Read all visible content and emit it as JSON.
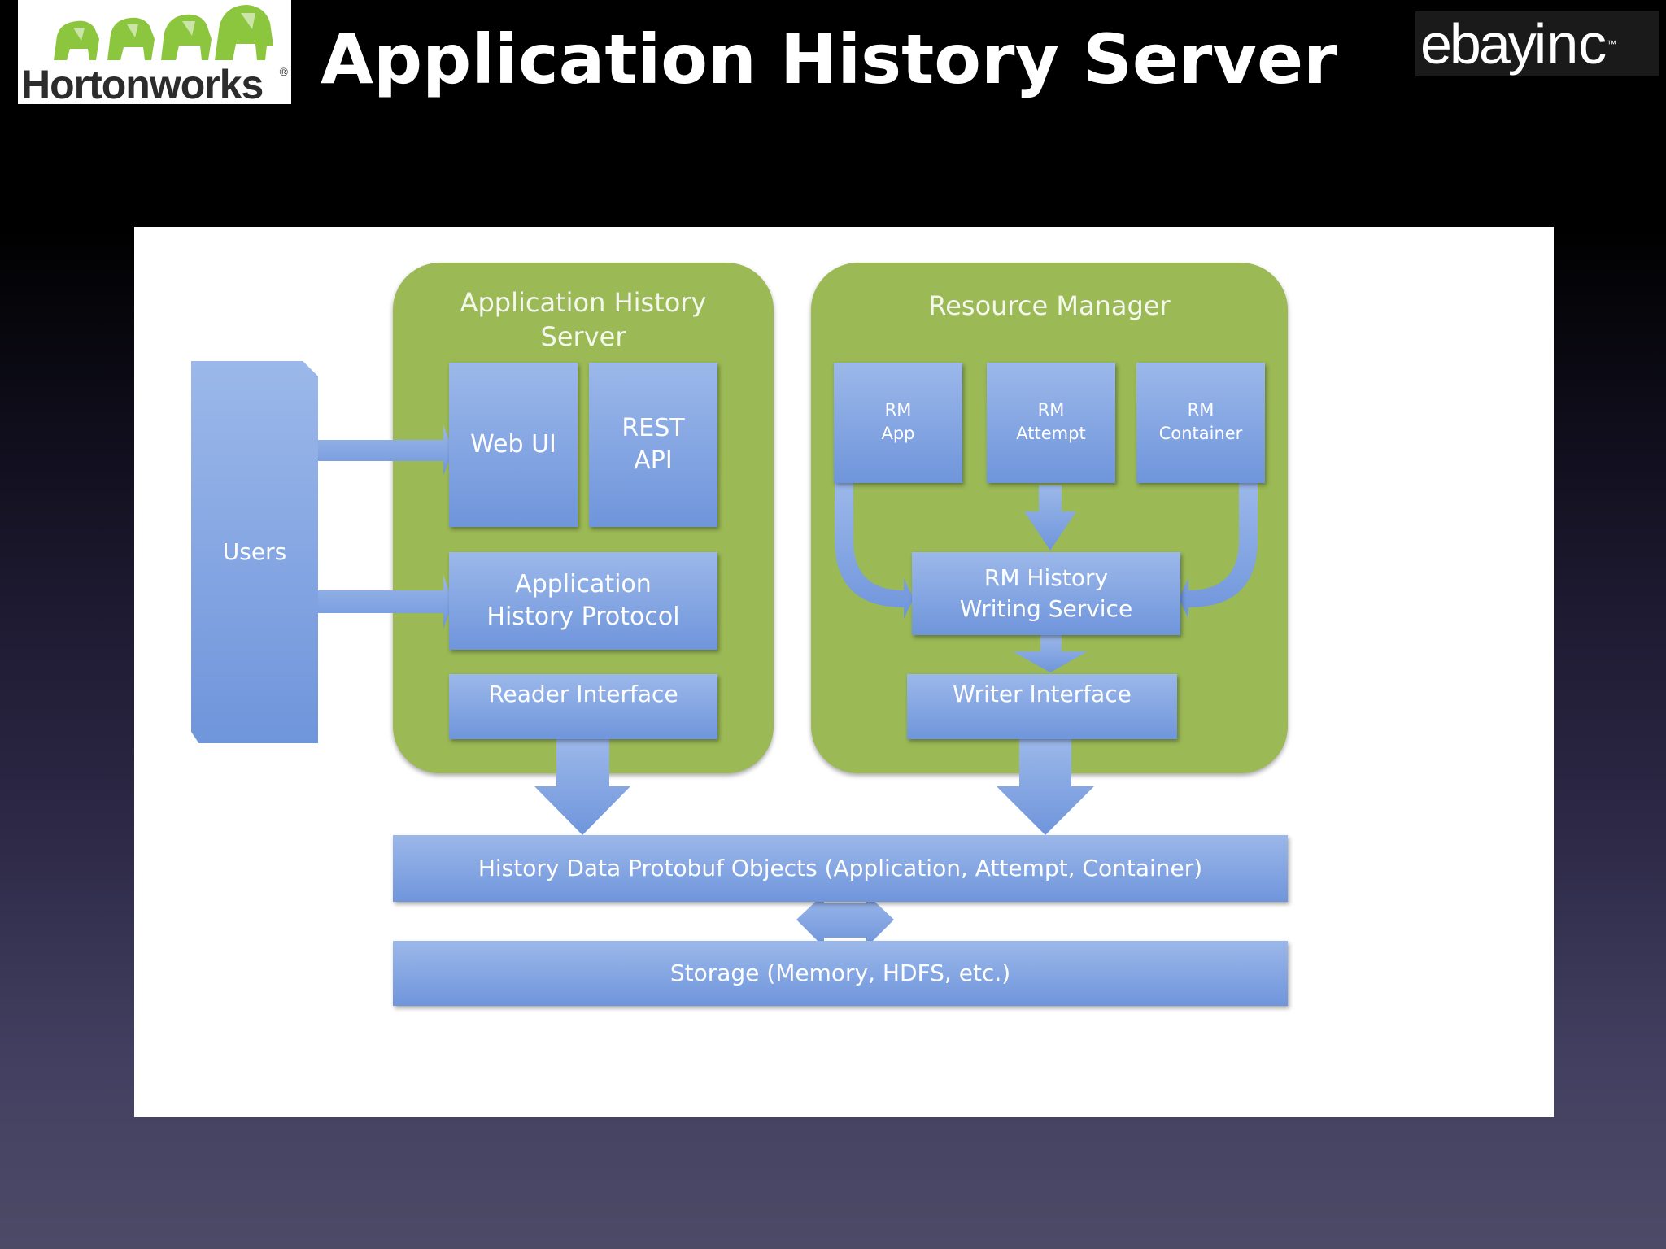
{
  "header": {
    "title": "Application History Server",
    "logo_left": {
      "wordmark": "Hortonworks",
      "registered": "®",
      "icon": "elephants-logo-icon",
      "color": "#8cc63f"
    },
    "logo_right": {
      "wordmark_1": "ebay",
      "wordmark_2": "inc",
      "trademark": "™"
    }
  },
  "diagram": {
    "users": "Users",
    "ahs": {
      "title": "Application History\nServer",
      "web_ui": "Web UI",
      "rest_api": "REST\nAPI",
      "protocol": "Application\nHistory Protocol",
      "reader": "Reader Interface"
    },
    "rm": {
      "title": "Resource Manager",
      "rm_app": "RM\nApp",
      "rm_attempt": "RM\nAttempt",
      "rm_container": "RM\nContainer",
      "writing_service": "RM History\nWriting Service",
      "writer": "Writer Interface"
    },
    "protobuf": "History Data Protobuf Objects (Application, Attempt, Container)",
    "storage": "Storage (Memory, HDFS, etc.)",
    "colors": {
      "group": "#9bb955",
      "box_top": "#9cb8ea",
      "box_bottom": "#6f95db"
    }
  }
}
